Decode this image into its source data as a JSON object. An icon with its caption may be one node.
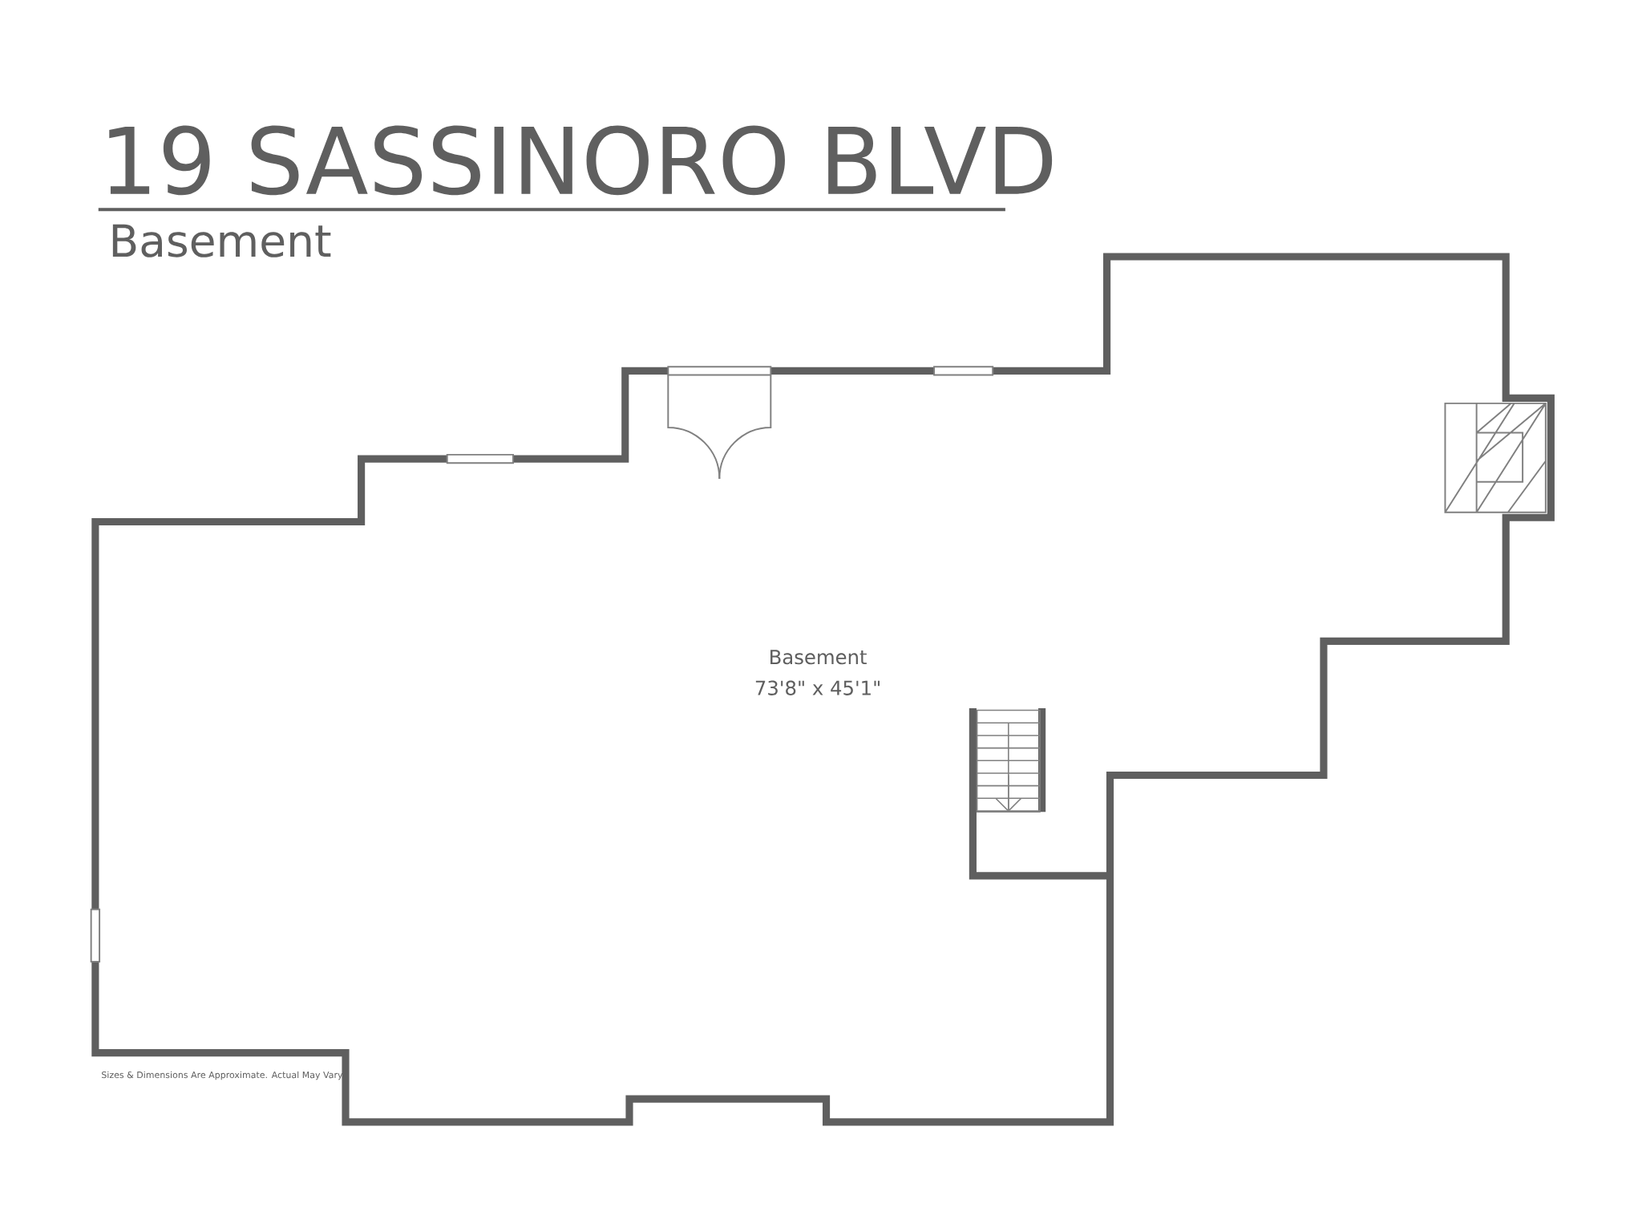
{
  "diagram": {
    "title": "19 SASSINORO BLVD",
    "nodes": [
      {
        "text": [
          "Basement",
          "73'8\" x 45'1\""
        ]
      }
    ],
    "labels": [
      "Basement",
      "Sizes & Dimensions Are Approximate. Actual May Vary."
    ]
  }
}
